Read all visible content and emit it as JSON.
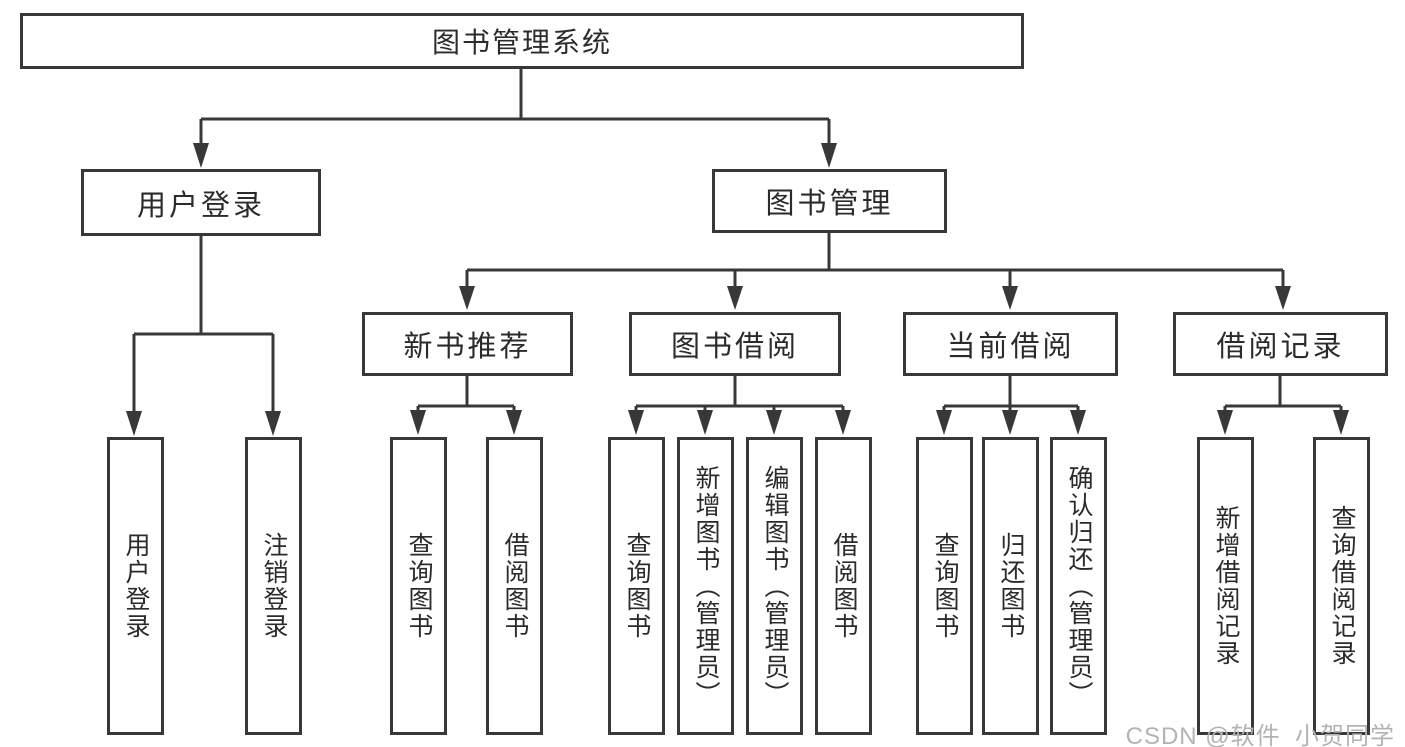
{
  "diagram": {
    "root": {
      "label": "图书管理系统"
    },
    "branches": [
      {
        "label": "用户登录",
        "leaves": [
          {
            "label": "用户登录"
          },
          {
            "label": "注销登录"
          }
        ]
      },
      {
        "label": "图书管理",
        "sections": [
          {
            "label": "新书推荐",
            "leaves": [
              {
                "label": "查询图书"
              },
              {
                "label": "借阅图书"
              }
            ]
          },
          {
            "label": "图书借阅",
            "leaves": [
              {
                "label": "查询图书"
              },
              {
                "label": "新增图书（管理员）"
              },
              {
                "label": "编辑图书（管理员）"
              },
              {
                "label": "借阅图书"
              }
            ]
          },
          {
            "label": "当前借阅",
            "leaves": [
              {
                "label": "查询图书"
              },
              {
                "label": "归还图书"
              },
              {
                "label": "确认归还（管理员）"
              }
            ]
          },
          {
            "label": "借阅记录",
            "leaves": [
              {
                "label": "新增借阅记录"
              },
              {
                "label": "查询借阅记录"
              }
            ]
          }
        ]
      }
    ]
  },
  "watermark": {
    "text": "CSDN @软件_小贺同学"
  },
  "colors": {
    "line": "#383838",
    "text": "#2b2b2b",
    "watermark": "#b3b3b3",
    "background": "#ffffff"
  }
}
